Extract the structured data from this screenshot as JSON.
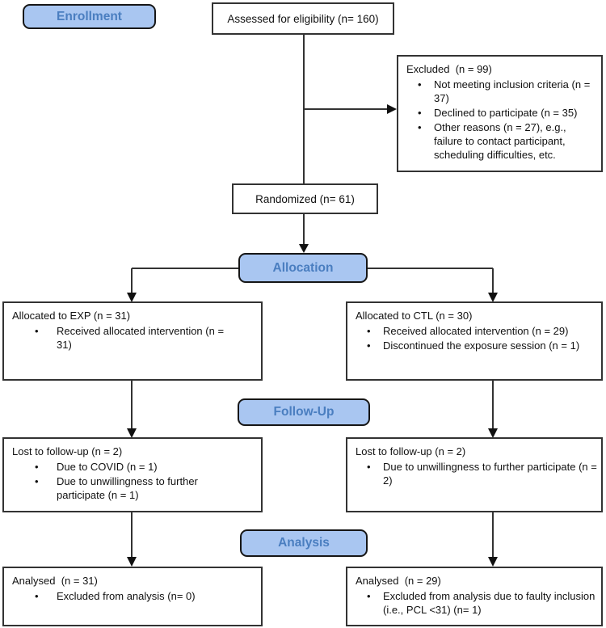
{
  "colors": {
    "label_fill": "#a9c6f1",
    "label_text": "#4a7ec0",
    "line": "#333333",
    "box_border": "#333333"
  },
  "stage_labels": {
    "enrollment": "Enrollment",
    "allocation": "Allocation",
    "follow_up": "Follow-Up",
    "analysis": "Analysis"
  },
  "boxes": {
    "assessed": {
      "text": "Assessed for eligibility (n= 160)"
    },
    "excluded": {
      "title": "Excluded  (n = 99)",
      "bullets": [
        "Not meeting inclusion criteria (n = 37)",
        "Declined to participate (n = 35)",
        "Other reasons (n = 27), e.g., failure to contact participant, scheduling difficulties, etc."
      ]
    },
    "randomized": {
      "text": "Randomized (n= 61)"
    },
    "allocated_exp": {
      "title": "Allocated to EXP (n = 31)",
      "bullets": [
        "Received allocated intervention (n = 31)"
      ]
    },
    "allocated_ctl": {
      "title": "Allocated to CTL (n = 30)",
      "bullets": [
        "Received allocated intervention (n = 29)",
        "Discontinued the exposure session (n = 1)"
      ]
    },
    "lost_exp": {
      "title": "Lost to follow-up (n = 2)",
      "bullets": [
        "Due to COVID (n = 1)",
        "Due to unwillingness to further participate (n = 1)"
      ]
    },
    "lost_ctl": {
      "title": "Lost to follow-up (n = 2)",
      "bullets": [
        "Due to unwillingness to further participate (n = 2)"
      ]
    },
    "analysed_exp": {
      "title": "Analysed  (n = 31)",
      "bullets": [
        "Excluded from analysis (n= 0)"
      ]
    },
    "analysed_ctl": {
      "title": "Analysed  (n = 29)",
      "bullets": [
        "Excluded from analysis due to faulty inclusion (i.e., PCL <31) (n= 1)"
      ]
    }
  }
}
